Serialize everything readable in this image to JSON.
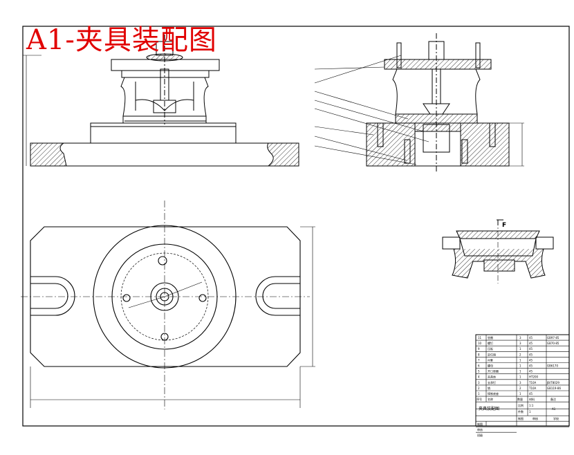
{
  "drawing": {
    "title": "A1-夹具装配图",
    "section_label": "F"
  },
  "title_block": {
    "part_rows": [
      {
        "no": "11",
        "name": "垫圈",
        "qty": "3",
        "material": "45",
        "std": "GB97-85"
      },
      {
        "no": "10",
        "name": "螺钉",
        "qty": "3",
        "material": "45",
        "std": "GB70-85"
      },
      {
        "no": "9",
        "name": "压板",
        "qty": "1",
        "material": "45",
        "std": ""
      },
      {
        "no": "8",
        "name": "定位销",
        "qty": "2",
        "material": "45",
        "std": ""
      },
      {
        "no": "7",
        "name": "衬套",
        "qty": "1",
        "material": "45",
        "std": ""
      },
      {
        "no": "6",
        "name": "螺母",
        "qty": "1",
        "material": "45",
        "std": "GB6170"
      },
      {
        "no": "5",
        "name": "开口垫圈",
        "qty": "1",
        "material": "45",
        "std": ""
      },
      {
        "no": "4",
        "name": "夹具体",
        "qty": "1",
        "material": "HT200",
        "std": ""
      },
      {
        "no": "3",
        "name": "支承钉",
        "qty": "3",
        "material": "T10A",
        "std": "JB/T8029"
      },
      {
        "no": "2",
        "name": "销",
        "qty": "2",
        "material": "T10A",
        "std": "GB119-86"
      },
      {
        "no": "1",
        "name": "铸铁底座",
        "qty": "1",
        "material": "45",
        "std": ""
      }
    ],
    "header": {
      "no": "序号",
      "name": "名称",
      "qty": "数量",
      "material": "材料",
      "note": "备注"
    },
    "drawing_name": "夹具装配图",
    "scale_label": "比例",
    "scale": "1:1",
    "sheet_label": "件数",
    "sheet": "1",
    "drawn": "制图",
    "checked": "审核",
    "school": "学校",
    "class_label": "班级",
    "drawing_no": "A1"
  }
}
